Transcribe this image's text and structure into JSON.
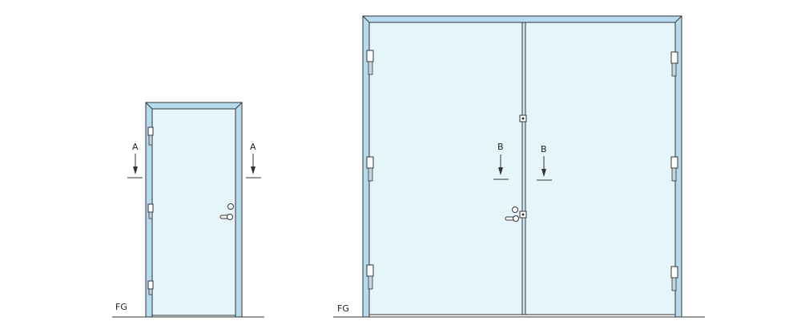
{
  "labels": {
    "floor_single": "FG",
    "floor_double": "FG",
    "section_single_left": "A",
    "section_single_right": "A",
    "section_double_left": "B",
    "section_double_right": "B"
  },
  "colors": {
    "frame": "#b6dbef",
    "leaf": "#e6f4fc",
    "line": "#333333",
    "background": "#ffffff"
  }
}
